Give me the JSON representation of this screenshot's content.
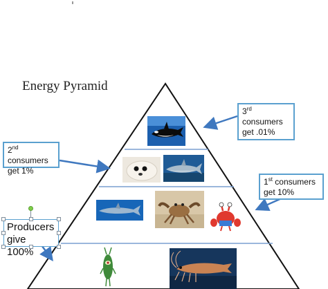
{
  "title": "Energy Pyramid",
  "levels": {
    "third": {
      "num": "3",
      "sup": "rd",
      "line1": "consumers",
      "line2": "get .01%"
    },
    "second": {
      "num": "2",
      "sup": "nd",
      "line1": "consumers",
      "line2": "get 1%"
    },
    "first": {
      "num": "1",
      "sup": "st",
      "line1": "consumers",
      "line2": "get 10%"
    },
    "producers": {
      "line1": "Producers",
      "line2": "give 100%"
    }
  },
  "colors": {
    "arrow": "#3f78bf",
    "callout_border": "#5aa0cf",
    "pyramid_line": "#111111",
    "tier_divider": "#7a9fd0"
  },
  "icons": [
    "orca-image",
    "seal-pup-image",
    "shark-image",
    "crab-image",
    "mr-krabs-image",
    "plankton-image",
    "krill-image"
  ]
}
